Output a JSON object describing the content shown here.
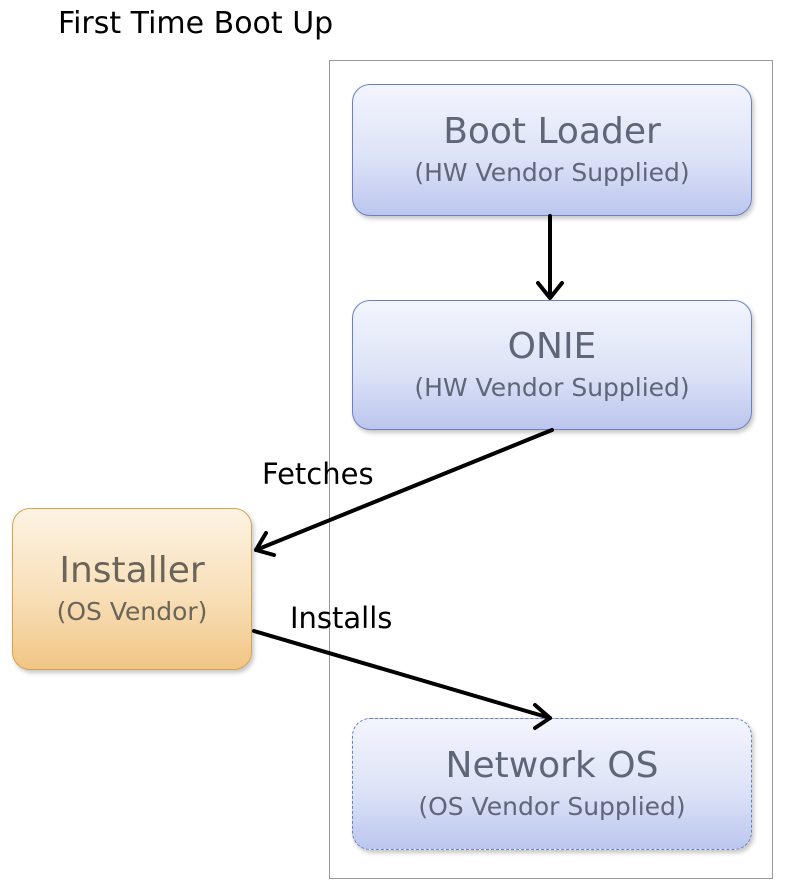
{
  "title": "First Time Boot Up",
  "nodes": {
    "boot_loader": {
      "label": "Boot Loader",
      "sublabel": "(HW Vendor Supplied)"
    },
    "onie": {
      "label": "ONIE",
      "sublabel": "(HW Vendor Supplied)"
    },
    "installer": {
      "label": "Installer",
      "sublabel": "(OS Vendor)"
    },
    "network_os": {
      "label": "Network OS",
      "sublabel": "(OS Vendor Supplied)"
    }
  },
  "edges": {
    "fetches": "Fetches",
    "installs": "Installs"
  },
  "colors": {
    "blue_box_border": "#6a80c0",
    "orange_box_border": "#d9a24e",
    "arrow": "#000000",
    "frame": "#9a9a9a"
  }
}
